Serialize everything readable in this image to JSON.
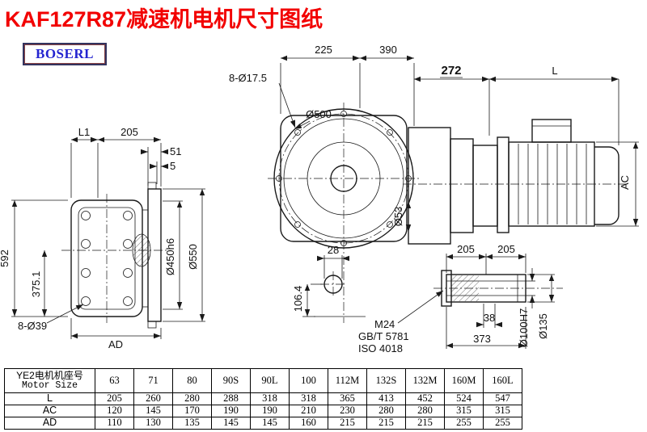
{
  "page": {
    "title": "KAF127R87减速机电机尺寸图纸",
    "brand": "BOSERL"
  },
  "drawing": {
    "front": {
      "d225": "225",
      "d390": "390",
      "holes": "8-Ø17.5",
      "dia500": "Ø500",
      "d272": "272",
      "dL": "L",
      "dAC": "AC",
      "dia53": "Ø53",
      "d28": "28",
      "d106": "106.4"
    },
    "left": {
      "dL1": "L1",
      "d205": "205",
      "d51": "51",
      "d5": "5",
      "d592": "592",
      "d375": "375.1",
      "dia450": "Ø450h6",
      "dia550": "Ø550",
      "holes": "8-Ø39",
      "dAD": "AD"
    },
    "shaft": {
      "d205a": "205",
      "d205b": "205",
      "d38": "38",
      "d373": "373",
      "dia100": "Ø100H7",
      "dia135": "Ø135",
      "thread": "M24",
      "std1": "GB/T 5781",
      "std2": "ISO 4018"
    }
  },
  "table": {
    "header_cn": "YE2电机机座号",
    "header_en": "Motor Size",
    "sizes": [
      "63",
      "71",
      "80",
      "90S",
      "90L",
      "100",
      "112M",
      "132S",
      "132M",
      "160M",
      "160L"
    ],
    "rows": [
      {
        "label": "L",
        "values": [
          "205",
          "260",
          "280",
          "288",
          "318",
          "318",
          "365",
          "413",
          "452",
          "524",
          "547"
        ]
      },
      {
        "label": "AC",
        "values": [
          "120",
          "145",
          "170",
          "190",
          "190",
          "210",
          "230",
          "280",
          "280",
          "315",
          "315"
        ]
      },
      {
        "label": "AD",
        "values": [
          "110",
          "130",
          "135",
          "145",
          "145",
          "160",
          "215",
          "215",
          "215",
          "255",
          "255"
        ]
      }
    ]
  }
}
